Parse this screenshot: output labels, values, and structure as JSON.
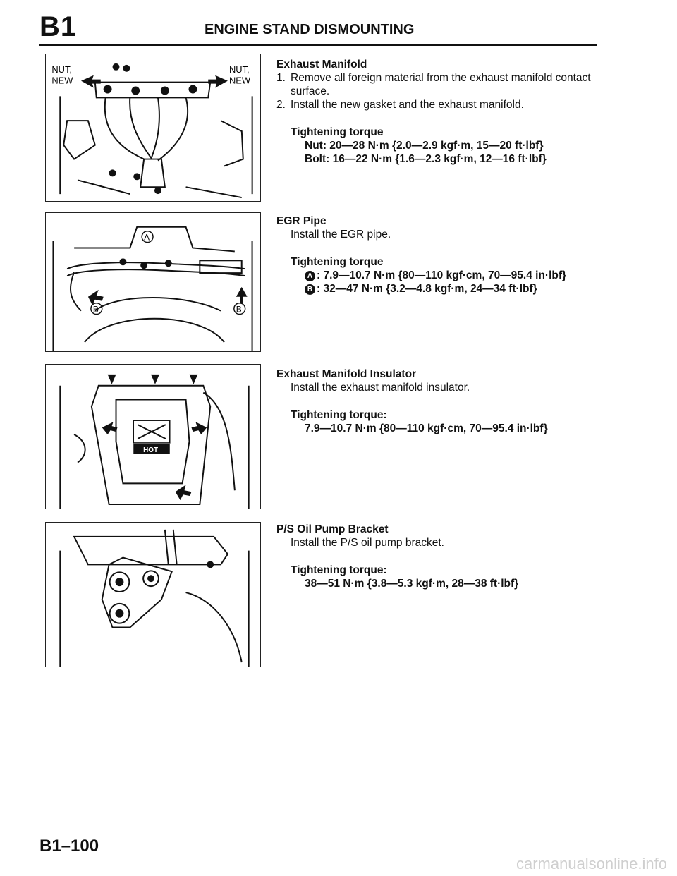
{
  "header": {
    "section": "B1",
    "title": "ENGINE STAND DISMOUNTING"
  },
  "figures": [
    {
      "labels": {
        "nut_left": "NUT,",
        "new_left": "NEW",
        "nut_right": "NUT,",
        "new_right": "NEW"
      }
    },
    {
      "labels": {
        "a": "A",
        "b1": "B",
        "b2": "B"
      }
    },
    {
      "labels": {
        "hot": "HOT"
      }
    },
    {
      "labels": {}
    }
  ],
  "sections": {
    "exhaust_manifold": {
      "heading": "Exhaust Manifold",
      "steps": [
        {
          "num": "1.",
          "text": "Remove all foreign material from the exhaust manifold contact surface."
        },
        {
          "num": "2.",
          "text": "Install the new gasket and the exhaust manifold."
        }
      ],
      "torque_label": "Tightening torque",
      "specs": [
        "Nut: 20—28 N·m {2.0—2.9 kgf·m, 15—20 ft·lbf}",
        "Bolt: 16—22 N·m {1.6—2.3 kgf·m, 12—16 ft·lbf}"
      ]
    },
    "egr_pipe": {
      "heading": "EGR Pipe",
      "instruction": "Install the EGR pipe.",
      "torque_label": "Tightening torque",
      "specs": [
        {
          "mark": "A",
          "text": ": 7.9—10.7 N·m {80—110 kgf·cm, 70—95.4 in·lbf}"
        },
        {
          "mark": "B",
          "text": ": 32—47 N·m {3.2—4.8 kgf·m, 24—34 ft·lbf}"
        }
      ]
    },
    "exhaust_manifold_insulator": {
      "heading": "Exhaust Manifold Insulator",
      "instruction": "Install the exhaust manifold insulator.",
      "torque_label": "Tightening torque:",
      "specs": [
        "7.9—10.7 N·m {80—110 kgf·cm, 70—95.4 in·lbf}"
      ]
    },
    "ps_oil_pump_bracket": {
      "heading": "P/S Oil Pump Bracket",
      "instruction": "Install the P/S oil pump bracket.",
      "torque_label": "Tightening torque:",
      "specs": [
        "38—51 N·m {3.8—5.3 kgf·m, 28—38 ft·lbf}"
      ]
    }
  },
  "footer": {
    "page_number": "B1–100",
    "watermark": "carmanualsonline.info"
  }
}
